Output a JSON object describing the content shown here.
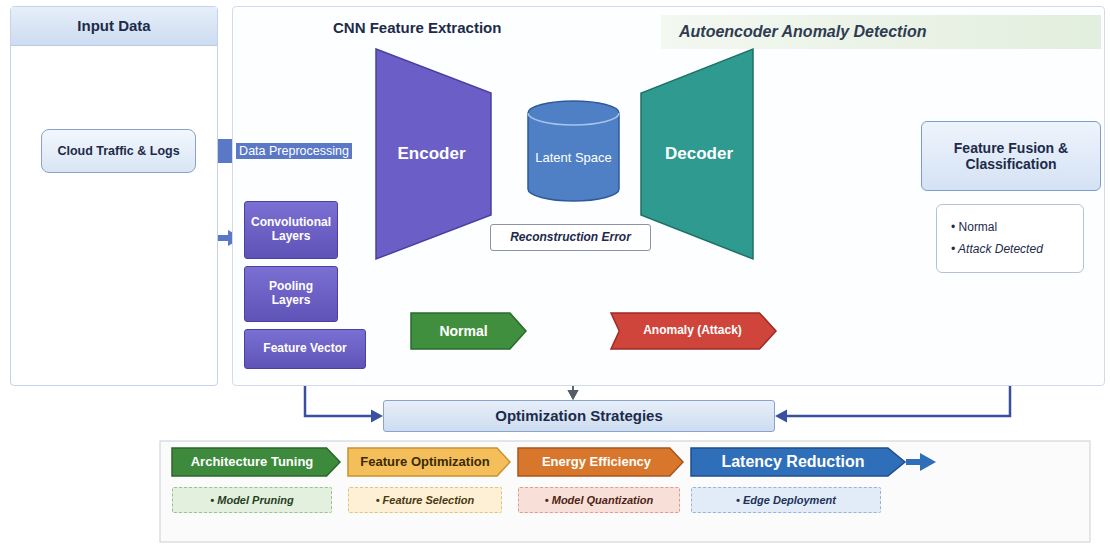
{
  "diagram": {
    "nodes": [
      {
        "text": [
          "Input Data"
        ]
      },
      {
        "text": [
          "Cloud Traffic & Logs"
        ],
        "in": 0
      },
      {
        "text": [
          "CNN Feature Extraction",
          "Autoencoder Anomaly Detection"
        ]
      },
      {
        "text": [
          "Encoder"
        ],
        "in": 2
      },
      {
        "text": [
          "Latent Space"
        ],
        "in": 2
      },
      {
        "text": [
          "Decoder"
        ],
        "in": 2
      },
      {
        "text": [
          "Feature Fusion & Classification"
        ],
        "in": 2
      },
      {
        "text": [
          "• Normal",
          "• Attack Detected"
        ],
        "in": 2
      },
      {
        "text": [
          "Reconstruction Error"
        ],
        "in": 2
      },
      {
        "text": [
          "Convolutional Layers"
        ],
        "in": 2
      },
      {
        "text": [
          "Pooling Layers"
        ],
        "in": 2
      },
      {
        "text": [
          "Feature Vector"
        ],
        "in": 2
      },
      {
        "text": [
          "Normal"
        ],
        "in": 2
      },
      {
        "text": [
          "Anomaly (Attack)"
        ],
        "in": 2
      },
      {
        "text": [
          "Optimization Strategies"
        ]
      },
      {
        "text": [
          "Architecture Tuning"
        ]
      },
      {
        "text": [
          "Feature Optimization"
        ]
      },
      {
        "text": [
          "Energy Efficiency"
        ]
      },
      {
        "text": [
          "Latency Reduction"
        ]
      },
      {
        "text": [
          "• Model Pruning"
        ]
      },
      {
        "text": [
          "• Feature Selection"
        ]
      },
      {
        "text": [
          "• Model Quantization"
        ]
      },
      {
        "text": [
          "• Edge Deployment"
        ]
      }
    ],
    "edges": [
      {
        "from": 1,
        "to": 3,
        "arrow": "to",
        "label": "Data Preprocessing"
      },
      {
        "from": 3,
        "to": 4,
        "arrow": "to"
      },
      {
        "from": 4,
        "to": 5,
        "arrow": "to"
      },
      {
        "from": 5,
        "to": 6,
        "arrow": "to"
      },
      {
        "from": 8,
        "to": 4,
        "arrow": "to"
      },
      {
        "from": 3,
        "to": 8,
        "arrow": "none"
      },
      {
        "from": 5,
        "to": 8,
        "arrow": "none"
      },
      {
        "from": 9,
        "to": 10,
        "arrow": "none"
      },
      {
        "from": 10,
        "to": 11,
        "arrow": "none"
      },
      {
        "from": 10,
        "to": 12,
        "arrow": "to"
      },
      {
        "from": 12,
        "to": 13,
        "arrow": "to"
      },
      {
        "from": 12,
        "to": 14,
        "arrow": "to"
      },
      {
        "from": 13,
        "to": 14,
        "arrow": "to"
      },
      {
        "from": 11,
        "to": 14,
        "arrow": "to"
      },
      {
        "from": 7,
        "to": 14,
        "arrow": "to"
      },
      {
        "from": 6,
        "to": 7,
        "arrow": "none"
      },
      {
        "from": 15,
        "to": 16,
        "arrow": "to"
      },
      {
        "from": 16,
        "to": 17,
        "arrow": "to"
      },
      {
        "from": 17,
        "to": 18,
        "arrow": "to"
      }
    ]
  }
}
